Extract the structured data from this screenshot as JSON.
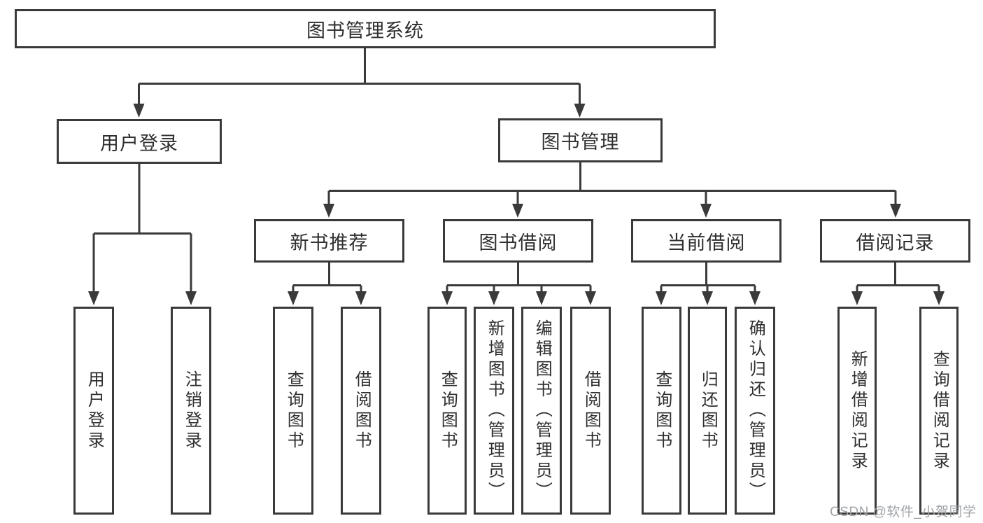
{
  "diagram": {
    "type": "tree-diagram",
    "title": "图书管理系统",
    "hierarchy": {
      "图书管理系统": [
        "用户登录",
        "图书管理"
      ],
      "用户登录": [
        "用户登录",
        "注销登录"
      ],
      "图书管理": [
        "新书推荐",
        "图书借阅",
        "当前借阅",
        "借阅记录"
      ],
      "新书推荐": [
        "查询图书",
        "借阅图书"
      ],
      "图书借阅": [
        "查询图书",
        "新增图书（管理员）",
        "编辑图书（管理员）",
        "借阅图书"
      ],
      "当前借阅": [
        "查询图书",
        "归还图书",
        "确认归还（管理员）"
      ],
      "借阅记录": [
        "新增借阅记录",
        "查询借阅记录"
      ]
    }
  },
  "nodes": {
    "root": "图书管理系统",
    "user_login": "用户登录",
    "book_management": "图书管理",
    "new_book_recommend": "新书推荐",
    "book_borrowing": "图书借阅",
    "current_borrowing": "当前借阅",
    "borrowing_records": "借阅记录",
    "login": "用户登录",
    "logout": "注销登录",
    "recommend_query": "查询图书",
    "recommend_borrow": "借阅图书",
    "borrow_query": "查询图书",
    "borrow_add_admin": "新增图书（管理员）",
    "borrow_edit_admin": "编辑图书（管理员）",
    "borrow_borrow": "借阅图书",
    "current_query": "查询图书",
    "current_return": "归还图书",
    "current_confirm_admin": "确认归还（管理员）",
    "record_add": "新增借阅记录",
    "record_query": "查询借阅记录"
  },
  "watermark": {
    "text": "CSDN @软件_小贺同学"
  },
  "colors": {
    "line": "#3a3a3a",
    "box_border": "#3a3a3a",
    "text": "#2f2f2f",
    "background": "#ffffff",
    "watermark": "#a0a4a8"
  }
}
